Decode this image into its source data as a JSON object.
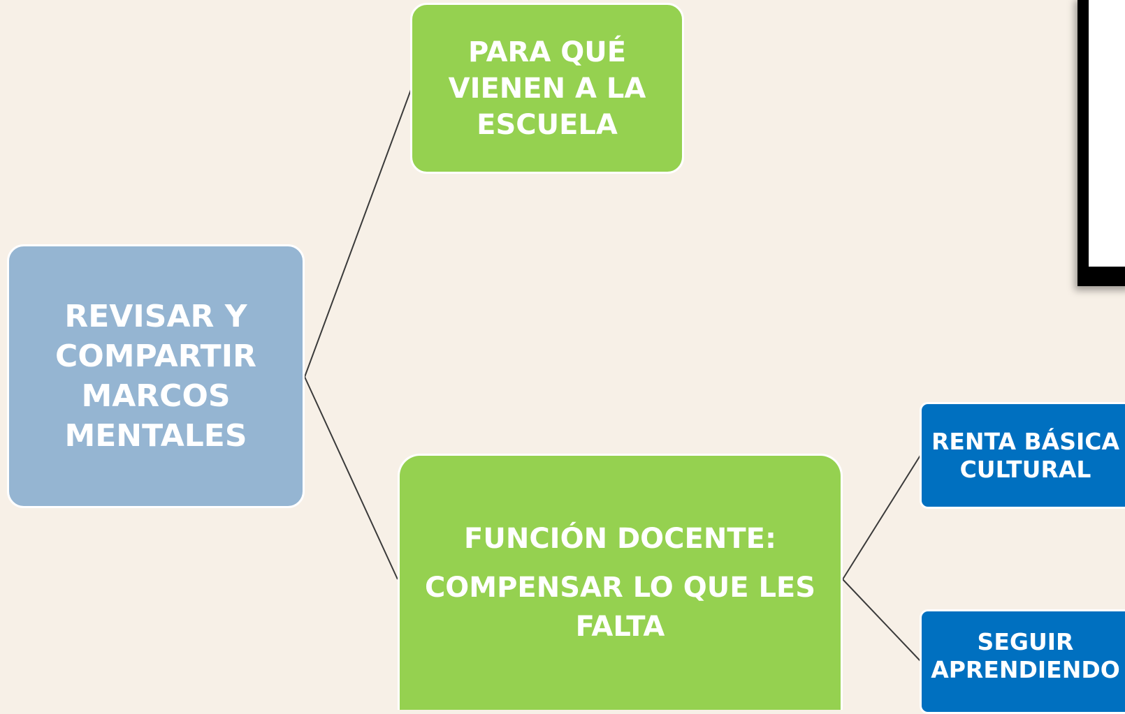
{
  "diagram": {
    "root": {
      "label": "REVISAR Y COMPARTIR MARCOS MENTALES",
      "color": "#95b5d2"
    },
    "top_node": {
      "label": "PARA QUÉ VIENEN A LA ESCUELA",
      "color": "#95d150"
    },
    "bottom_node": {
      "line1": "FUNCIÓN DOCENTE:",
      "line2": "COMPENSAR LO QUE LES FALTA",
      "color": "#95d150"
    },
    "children": [
      {
        "label": "RENTA BÁSICA CULTURAL",
        "color": "#0070c0"
      },
      {
        "label": "SEGUIR APRENDIENDO",
        "color": "#0070c0"
      }
    ]
  }
}
